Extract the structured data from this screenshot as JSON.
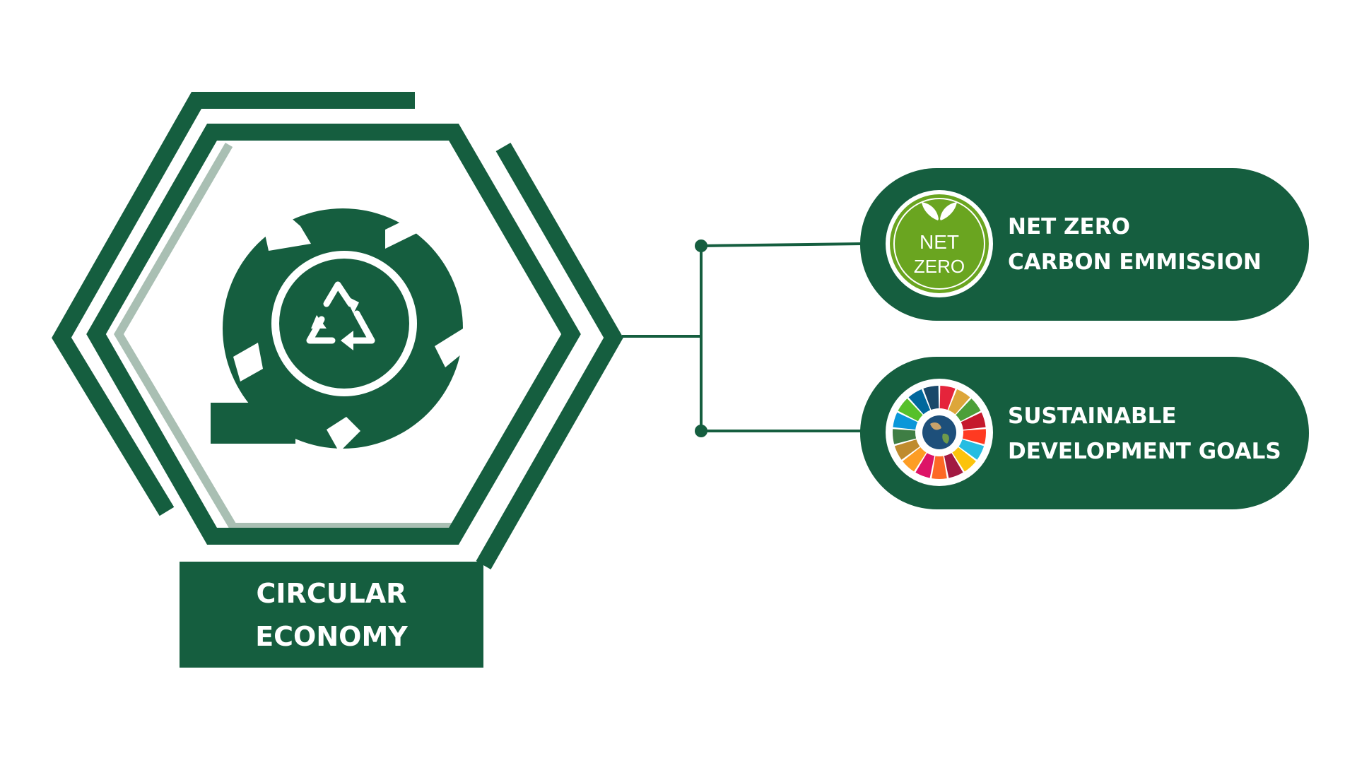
{
  "colors": {
    "primary": "#155e3f",
    "shadow": "#a9bfb3",
    "background": "#ffffff",
    "net_zero_badge": "#6aa520",
    "sdg_wheel": [
      "#e5243b",
      "#dda63a",
      "#4c9f38",
      "#c5192d",
      "#ff3a21",
      "#26bde2",
      "#fcc30b",
      "#a21942",
      "#fd6925",
      "#dd1367",
      "#fd9d24",
      "#bf8b2e",
      "#3f7e44",
      "#0a97d9",
      "#56c02b",
      "#00689d",
      "#19486a"
    ]
  },
  "main": {
    "icon": "recycle-icon",
    "label_line1": "CIRCULAR",
    "label_line2": "ECONOMY"
  },
  "items": [
    {
      "icon": "net-zero-icon",
      "badge_line1": "NET",
      "badge_line2": "ZERO",
      "line1": "NET ZERO",
      "line2": "CARBON EMMISSION"
    },
    {
      "icon": "sdg-wheel-icon",
      "line1": "SUSTAINABLE",
      "line2": "DEVELOPMENT GOALS"
    }
  ]
}
